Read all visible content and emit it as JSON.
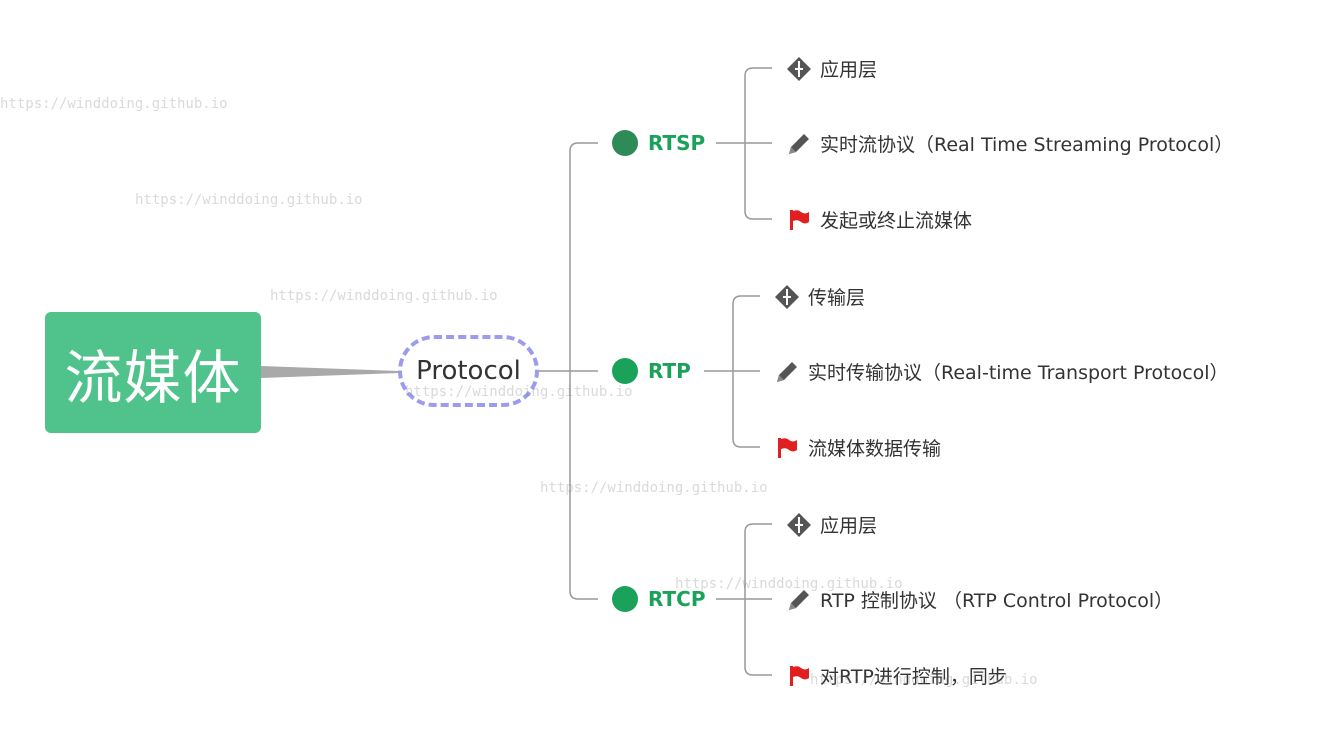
{
  "root": {
    "label": "流媒体",
    "color": "#4fc38b"
  },
  "center": {
    "label": "Protocol",
    "border_color": "#9b9bf0"
  },
  "branches": [
    {
      "label": "RTSP",
      "dot_color": "#2e8b57",
      "leaves": [
        {
          "icon": "layers-diamond-icon",
          "text": "应用层"
        },
        {
          "icon": "pencil-icon",
          "text": "实时流协议（Real Time Streaming Protocol）"
        },
        {
          "icon": "red-flag-icon",
          "text": "发起或终止流媒体"
        }
      ]
    },
    {
      "label": "RTP",
      "dot_color": "#1aa25a",
      "leaves": [
        {
          "icon": "layers-diamond-icon",
          "text": "传输层"
        },
        {
          "icon": "pencil-icon",
          "text": "实时传输协议（Real-time Transport Protocol）"
        },
        {
          "icon": "red-flag-icon",
          "text": "流媒体数据传输"
        }
      ]
    },
    {
      "label": "RTCP",
      "dot_color": "#1aa25a",
      "leaves": [
        {
          "icon": "layers-diamond-icon",
          "text": "应用层"
        },
        {
          "icon": "pencil-icon",
          "text": "RTP 控制协议 （RTP Control Protocol）"
        },
        {
          "icon": "red-flag-icon",
          "text": "对RTP进行控制，同步"
        }
      ]
    }
  ],
  "watermark": "https://winddoing.github.io"
}
